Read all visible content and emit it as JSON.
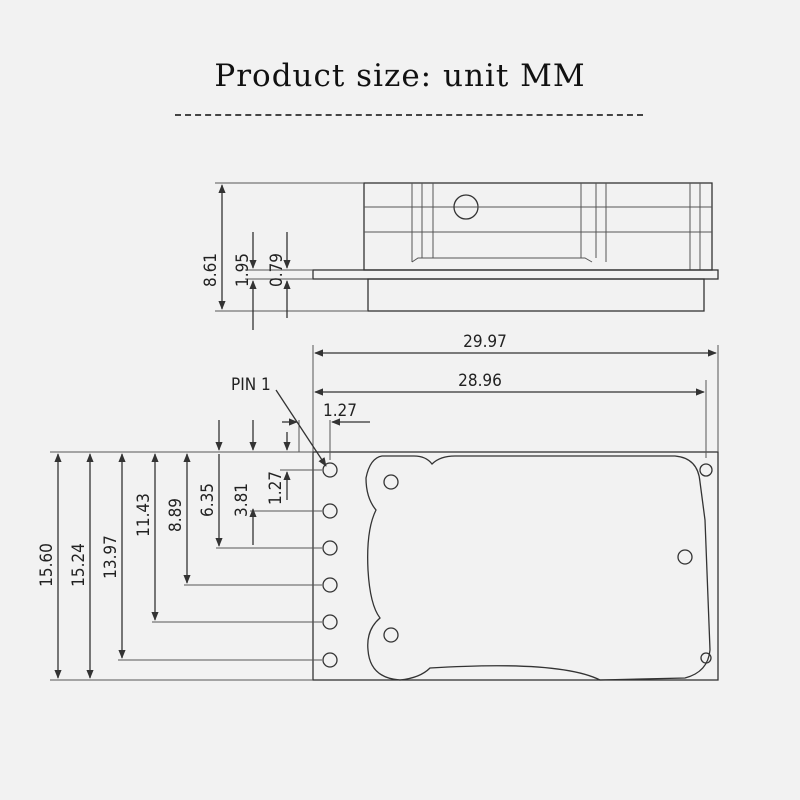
{
  "title": "Product size: unit MM",
  "side_view": {
    "height_total": "8.61",
    "height_mid": "1.95",
    "height_small": "0.79"
  },
  "top_view": {
    "width_total": "29.97",
    "width_pins": "28.96",
    "pin_pitch": "1.27",
    "pin_label": "PIN 1",
    "pin_offsets": [
      "1.27",
      "3.81",
      "6.35",
      "8.89",
      "11.43",
      "13.97",
      "15.24",
      "15.60"
    ]
  },
  "colors": {
    "line": "#333333",
    "background": "#f2f2f2",
    "text": "#222222"
  }
}
